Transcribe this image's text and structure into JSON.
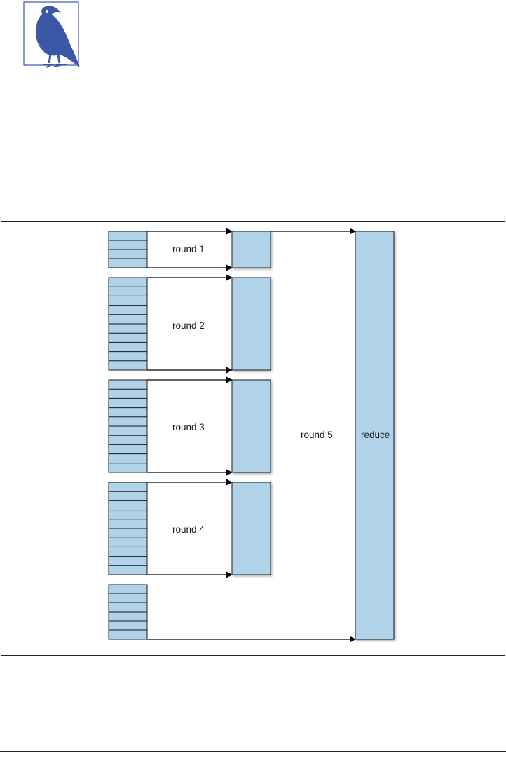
{
  "logo": {
    "icon": "bird-icon",
    "color": "#3b57a6"
  },
  "diagram": {
    "labels": {
      "round1": "round 1",
      "round2": "round 2",
      "round3": "round 3",
      "round4": "round 4",
      "round5": "round 5",
      "reduce": "reduce"
    },
    "colors": {
      "fill": "#b0d3ea",
      "stroke": "#1a1a1a"
    }
  }
}
